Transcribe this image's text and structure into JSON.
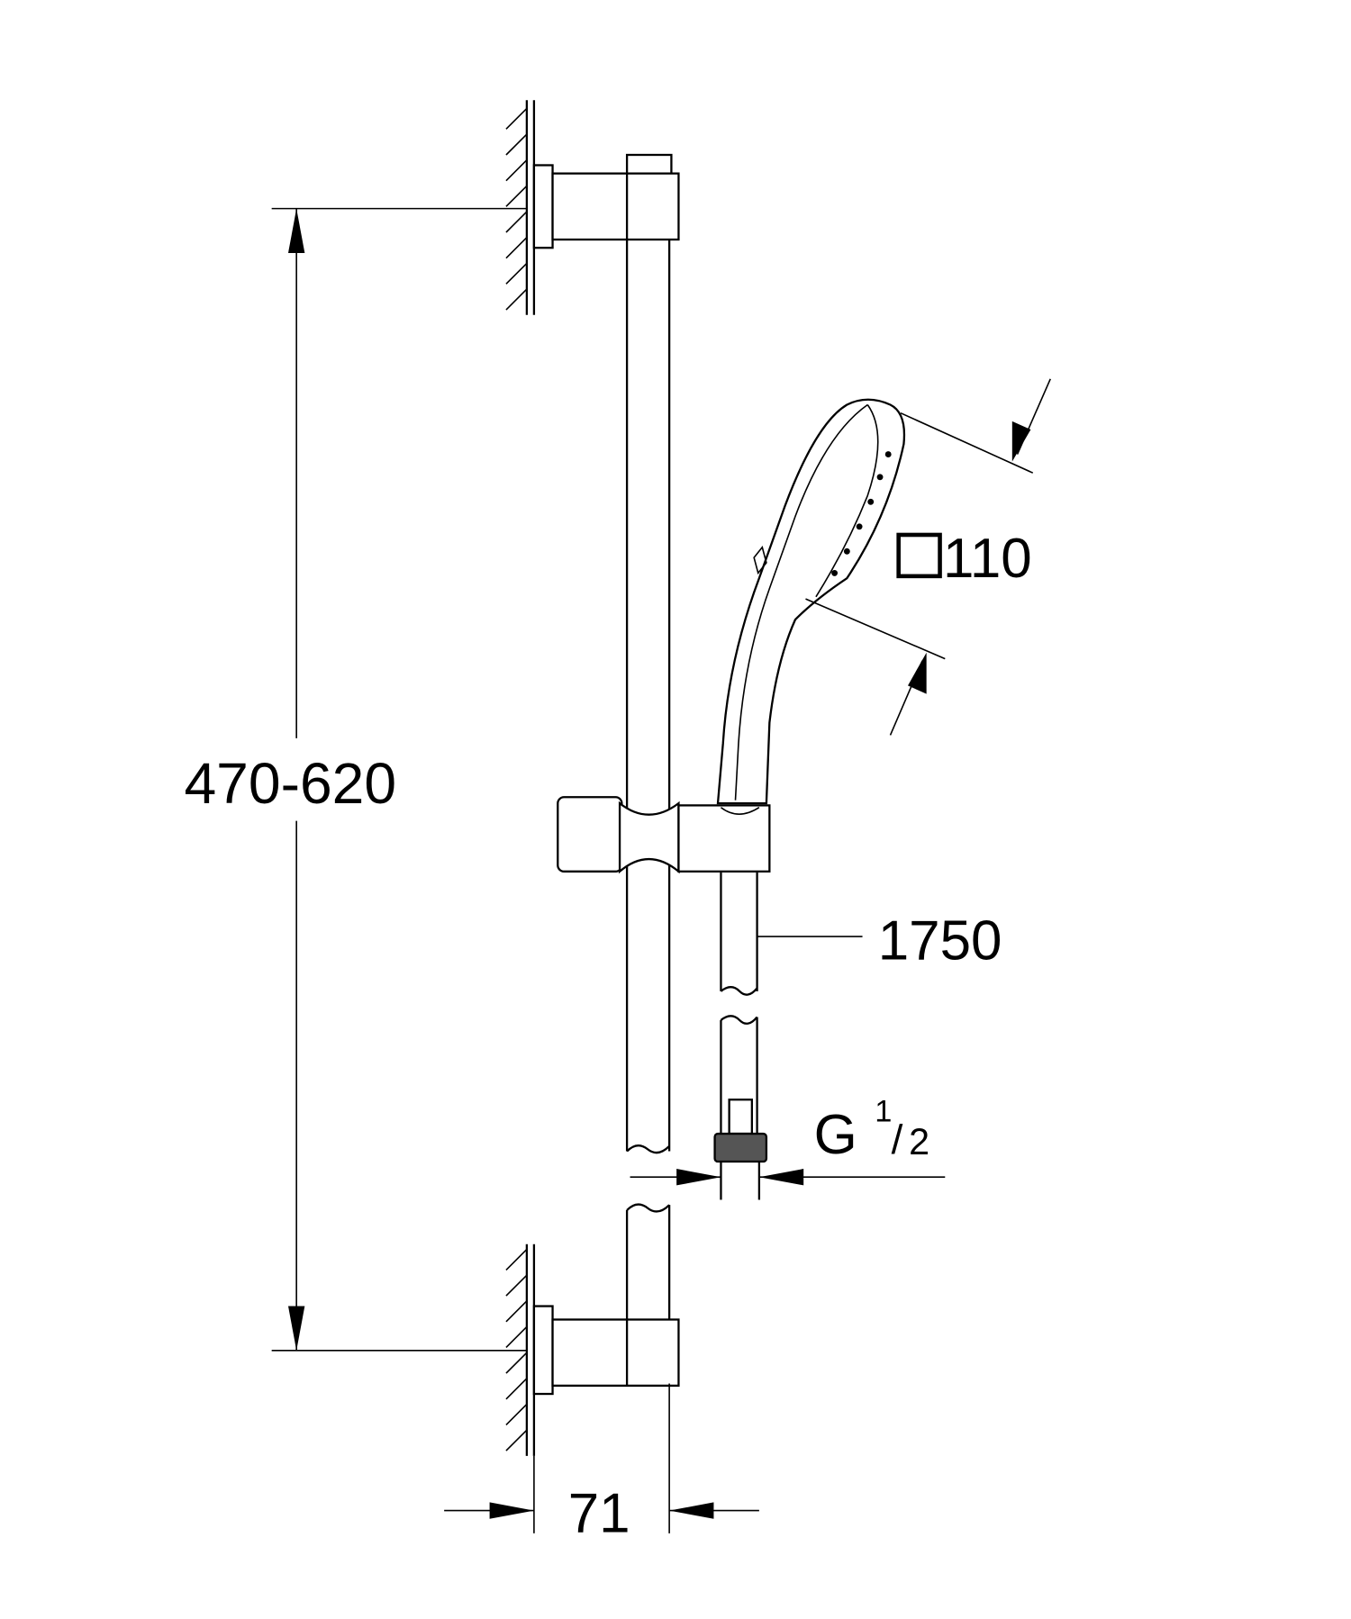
{
  "drawing": {
    "dimensions": {
      "rail_bracket_spacing": "470-620",
      "hand_shower_size": "110",
      "hose_length": "1750",
      "connection_thread_main": "G",
      "connection_thread_num": "1",
      "connection_thread_den": "2",
      "wall_projection": "71"
    }
  }
}
